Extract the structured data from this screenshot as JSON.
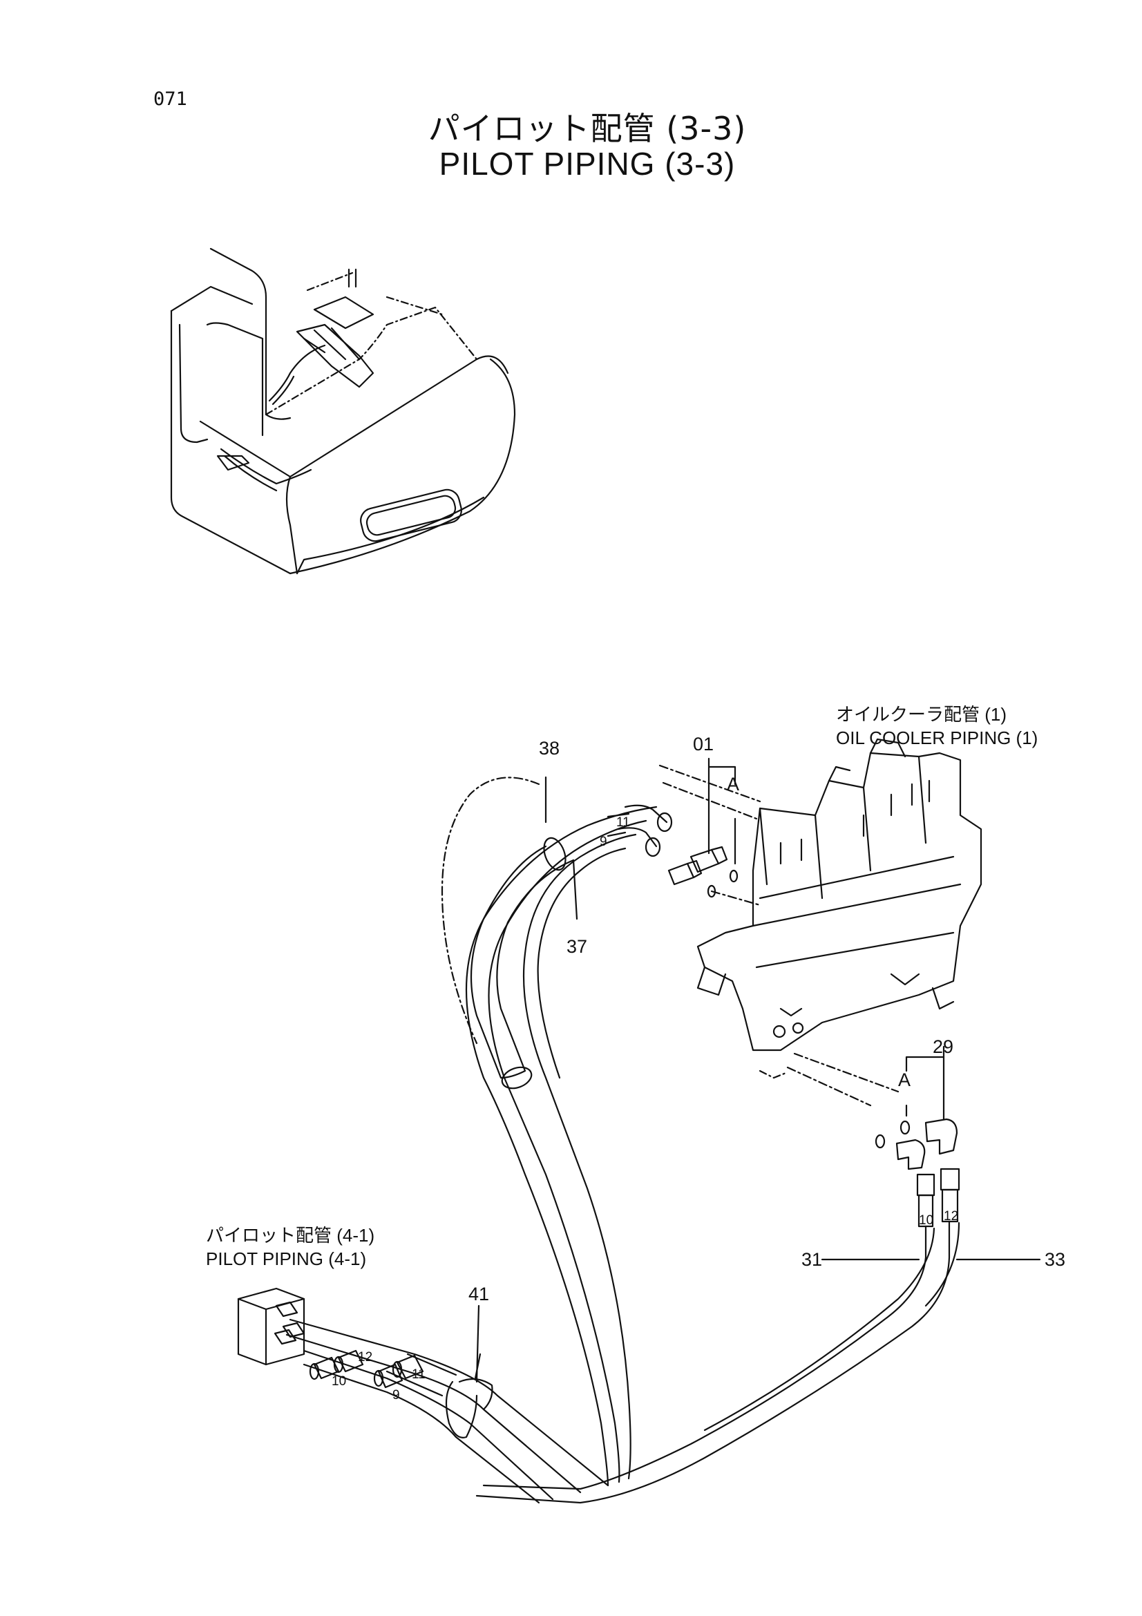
{
  "page_number": "071",
  "title": {
    "japanese": "パイロット配管 (3-3)",
    "english": "PILOT PIPING (3-3)"
  },
  "references": {
    "oil_cooler": {
      "japanese": "オイルクーラ配管 (1)",
      "english": "OIL COOLER PIPING (1)"
    },
    "pilot_4_1": {
      "japanese": "パイロット配管 (4-1)",
      "english": "PILOT PIPING (4-1)"
    }
  },
  "callouts": {
    "c01": "01",
    "c29": "29",
    "c31": "31",
    "c33": "33",
    "c37": "37",
    "c38": "38",
    "c41": "41",
    "detail_a_top": "A",
    "detail_a_bottom": "A"
  },
  "hose_marks": {
    "m9_top": "9",
    "m11_top": "11",
    "m10_right": "10",
    "m12_right": "12",
    "m12_left": "12",
    "m11_left": "11",
    "m10_left": "10",
    "m9_left": "9"
  }
}
